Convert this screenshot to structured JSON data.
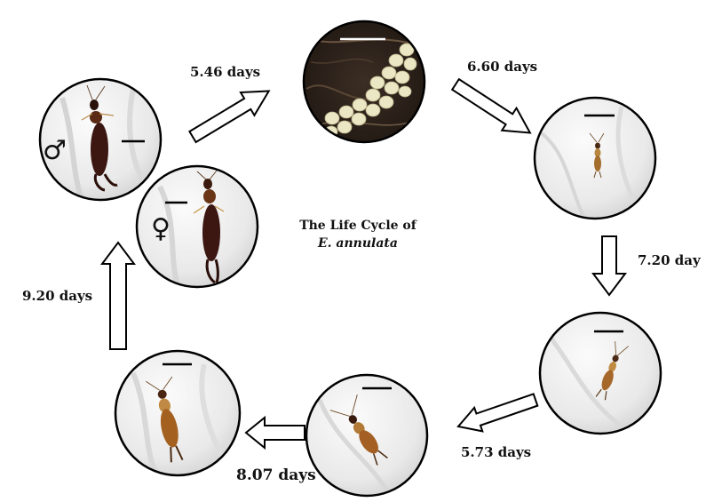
{
  "title": {
    "line1": "The Life Cycle of",
    "line2": "E. annulata"
  },
  "durations": {
    "adult_to_egg": "5.46 days",
    "egg_to_instar1": "6.60 days",
    "instar1_to_instar2": "7.20 day",
    "instar2_to_instar3": "5.73 days",
    "instar3_to_instar4": "8.07 days",
    "instar4_to_adult": "9.20 days"
  },
  "sex_symbols": {
    "male": "♂",
    "female": "♀"
  },
  "colors": {
    "arrow_stroke": "#000000",
    "arrow_fill": "#ffffff",
    "circle_stroke": "#000000",
    "scale_bar": "#000000",
    "egg": "#e8e4bf",
    "soil": "#2a2019",
    "body_dark": "#3a1a12",
    "body_light": "#9a6a2e"
  }
}
